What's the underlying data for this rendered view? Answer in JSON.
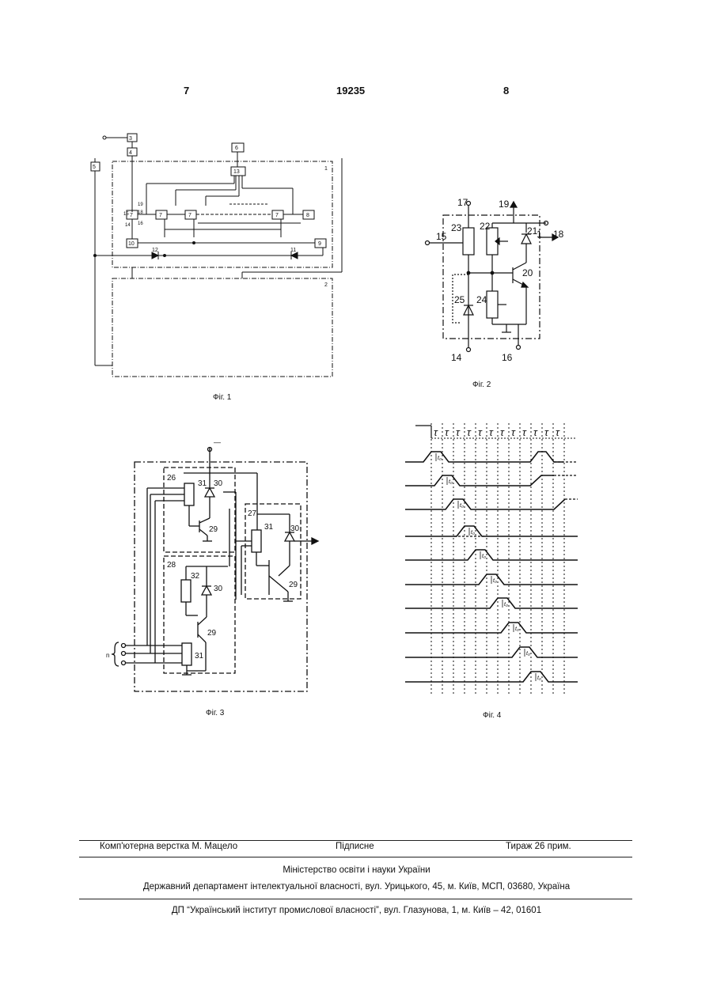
{
  "header": {
    "page_left": "7",
    "patent_number": "19235",
    "page_right": "8"
  },
  "fig1": {
    "caption": "Фіг. 1",
    "labels": {
      "b3": "3",
      "b4": "4",
      "b5": "5",
      "b6": "6",
      "b13": "13",
      "b7": "7",
      "b8": "8",
      "b9": "9",
      "b10": "10",
      "b11": "11",
      "b12": "12",
      "r1": "1",
      "r2": "2",
      "p19": "19",
      "p18": "18",
      "p16": "16",
      "p14": "14",
      "p15": "15"
    }
  },
  "fig2": {
    "caption": "Фіг. 2",
    "labels": {
      "n17": "17",
      "n19": "19",
      "n15": "15",
      "n23": "23",
      "n22": "22",
      "n21": "21",
      "n18": "18",
      "n20": "20",
      "n25": "25",
      "n24": "24",
      "n14": "14",
      "n16": "16",
      "n1": "1"
    }
  },
  "fig3": {
    "caption": "Фіг. 3",
    "labels": {
      "n26": "26",
      "n31a": "31",
      "n30a": "30",
      "n29a": "29",
      "n27": "27",
      "n31b": "31",
      "n30b": "30",
      "n29b": "29",
      "n28": "28",
      "n32": "32",
      "n30c": "30",
      "n29c": "29",
      "n31c": "31",
      "nn": "n",
      "minus": "—"
    }
  },
  "fig4": {
    "caption": "Фіг. 4",
    "tau": "τ",
    "t0": "t₀"
  },
  "footer": {
    "layout": "Комп'ютерна верстка М. Мацело",
    "signed": "Підписне",
    "circulation": "Тираж 26 прим.",
    "ministry": "Міністерство освіти і науки України",
    "department": "Державний департамент інтелектуальної власності, вул. Урицького, 45, м. Київ, МСП, 03680, Україна",
    "institute": "ДП “Український інститут промислової власності”, вул. Глазунова, 1, м. Київ – 42, 01601"
  }
}
